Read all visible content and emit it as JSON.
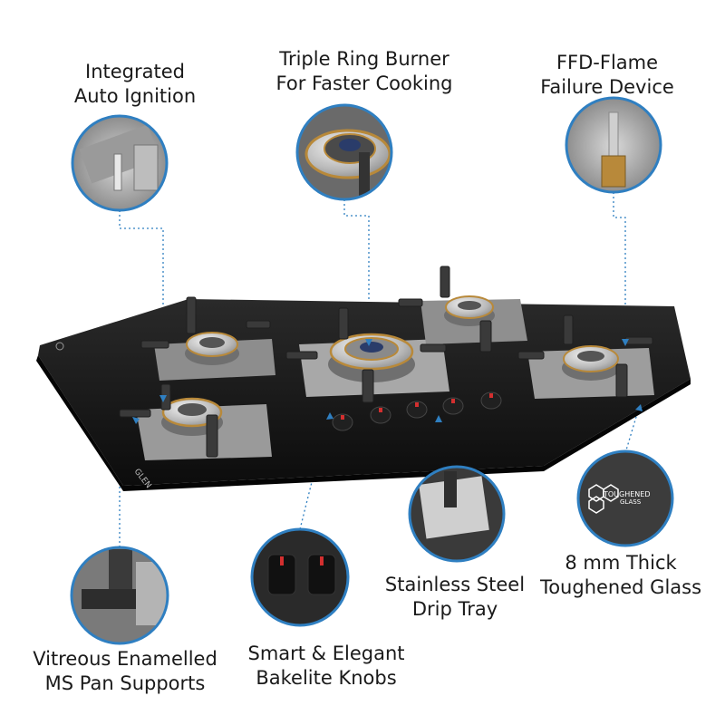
{
  "callouts": {
    "ignition": {
      "line1": "Integrated",
      "line2": "Auto Ignition"
    },
    "triple_ring": {
      "line1": "Triple Ring Burner",
      "line2": "For Faster Cooking"
    },
    "ffd": {
      "line1": "FFD-Flame",
      "line2": "Failure Device"
    },
    "pan_supports": {
      "line1": "Vitreous Enamelled",
      "line2": "MS Pan Supports"
    },
    "knobs": {
      "line1": "Smart & Elegant",
      "line2": "Bakelite Knobs"
    },
    "drip_tray": {
      "line1": "Stainless Steel",
      "line2": "Drip Tray"
    },
    "glass": {
      "line1": "8 mm Thick",
      "line2": "Toughened Glass"
    }
  },
  "brand": "GLEN",
  "glass_badge": {
    "line1": "TOUGHENED",
    "line2": "GLASS"
  },
  "colors": {
    "accent_blue": "#2f7fc1",
    "glass": "#141414",
    "steel": "#c9c9c9",
    "brass": "#b8893a"
  }
}
